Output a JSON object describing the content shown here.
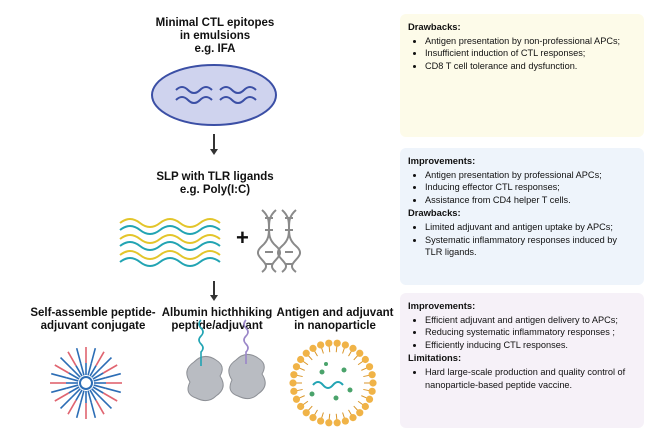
{
  "stage1": {
    "title_lines": [
      "Minimal CTL epitopes",
      "in emulsions",
      "e.g. IFA"
    ]
  },
  "stage2": {
    "title_lines": [
      "SLP with TLR ligands",
      "e.g. Poly(I:C)"
    ],
    "plus": "+"
  },
  "stage3": {
    "items": [
      {
        "title_lines": [
          "Self-assemble peptide-",
          "adjuvant conjugate"
        ]
      },
      {
        "title_lines": [
          "Albumin hicthhiking",
          "peptide/adjuvant"
        ]
      },
      {
        "title_lines": [
          "Antigen and adjuvant",
          "in nanoparticle"
        ]
      }
    ]
  },
  "panel1": {
    "color": "#fdfbe9",
    "sections": [
      {
        "heading": "Drawbacks:",
        "items": [
          "Antigen presentation by non-professional APCs;",
          "Insufficient induction of CTL responses;",
          "CD8 T cell tolerance and dysfunction."
        ]
      }
    ]
  },
  "panel2": {
    "color": "#eef4fb",
    "sections": [
      {
        "heading": "Improvements:",
        "items": [
          "Antigen presentation by professional APCs;",
          "Inducing effector CTL responses;",
          "Assistance from CD4 helper T cells."
        ]
      },
      {
        "heading": "Drawbacks:",
        "items": [
          "Limited adjuvant and antigen uptake by APCs;",
          "Systematic inflammatory responses induced by TLR ligands."
        ]
      }
    ]
  },
  "panel3": {
    "color": "#f6f1f8",
    "sections": [
      {
        "heading": "Improvements:",
        "items": [
          "Efficient adjuvant and antigen delivery to APCs;",
          "Reducing systematic inflammatory responses ;",
          "Efficiently inducing CTL responses."
        ]
      },
      {
        "heading": "Limitations:",
        "items": [
          "Hard large-scale production and quality control of nanoparticle-based peptide vaccine."
        ]
      }
    ]
  },
  "colors": {
    "emulsion_fill": "#cfd3ee",
    "emulsion_stroke": "#3b4fa5",
    "peptide_yellow": "#e3c52a",
    "peptide_teal": "#22a4b3",
    "rna_gray": "#8a8a8a",
    "spike_red": "#e06470",
    "spike_blue": "#2c6db5",
    "nanoparticle_orange": "#f0b347",
    "nanoparticle_green": "#4aa36b",
    "albumin_gray": "#b9bcc2",
    "peptide_purple": "#9a86c8"
  }
}
